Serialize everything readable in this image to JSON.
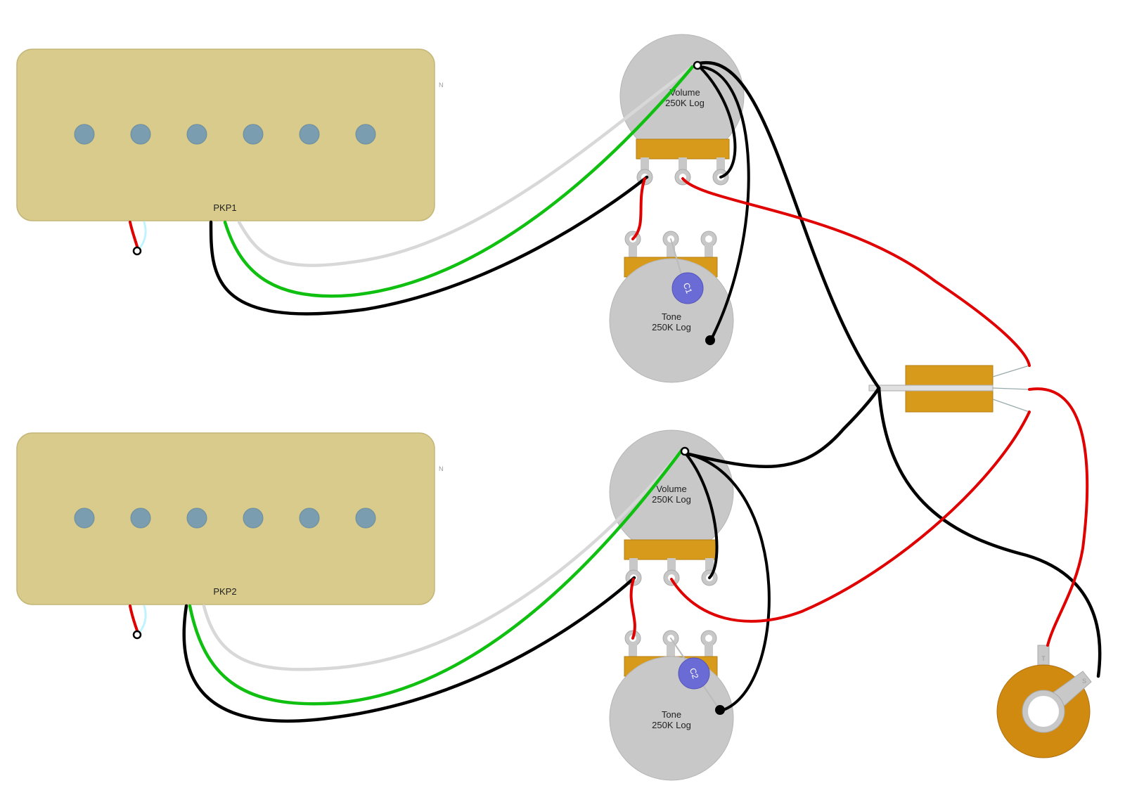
{
  "pickups": [
    {
      "label": "PKP1",
      "side_mark": "N"
    },
    {
      "label": "PKP2",
      "side_mark": "N"
    }
  ],
  "pots": {
    "volume1": {
      "line1": "Volume",
      "line2": "250K Log"
    },
    "tone1": {
      "line1": "Tone",
      "line2": "250K Log"
    },
    "volume2": {
      "line1": "Volume",
      "line2": "250K Log"
    },
    "tone2": {
      "line1": "Tone",
      "line2": "250K Log"
    }
  },
  "capacitors": [
    "C1",
    "C2"
  ],
  "jack": {
    "tip_label": "T",
    "sleeve_label": "S"
  },
  "colors": {
    "pickup_body": "#d9cb8c",
    "pole": "#7b9db0",
    "pot_body": "#c8c8c8",
    "pot_bracket": "#d79a1a",
    "cap": "#6b6bd6",
    "wire_red": "#e00000",
    "wire_black": "#000000",
    "wire_green": "#10c010",
    "wire_white": "#d8d8d8",
    "jack": "#d08a10"
  }
}
